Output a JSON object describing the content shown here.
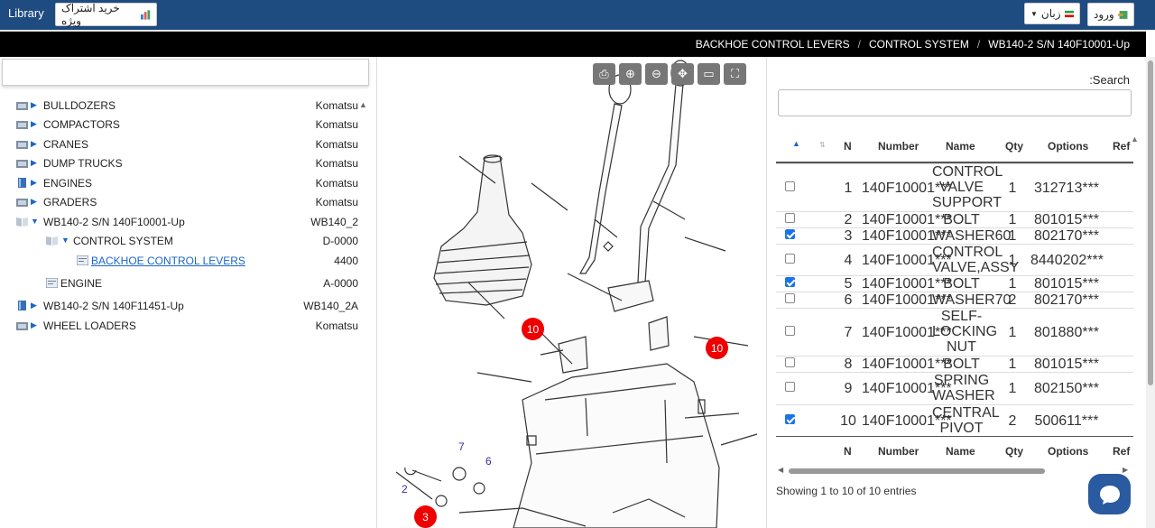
{
  "header": {
    "library": "Library",
    "subscribe": "خرید اشتراک ویژه",
    "language": "زبان",
    "login": "ورود"
  },
  "breadcrumb": [
    "BACKHOE CONTROL LEVERS",
    "CONTROL SYSTEM",
    "WB140-2 S/N 140F10001-Up"
  ],
  "tree": [
    {
      "label": "BULLDOZERS",
      "value": "Komatsu"
    },
    {
      "label": "COMPACTORS",
      "value": "Komatsu"
    },
    {
      "label": "CRANES",
      "value": "Komatsu"
    },
    {
      "label": "DUMP TRUCKS",
      "value": "Komatsu"
    },
    {
      "label": "ENGINES",
      "value": "Komatsu"
    },
    {
      "label": "GRADERS",
      "value": "Komatsu"
    },
    {
      "label": "WB140-2 S/N 140F10001-Up",
      "value": "WB140_2"
    },
    {
      "label": "CONTROL SYSTEM",
      "value": "D-0000"
    },
    {
      "label": "BACKHOE CONTROL LEVERS",
      "value": "4400"
    },
    {
      "label": "ENGINE",
      "value": "A-0000"
    },
    {
      "label": "WB140-2 S/N 140F11451-Up",
      "value": "WB140_2A"
    },
    {
      "label": "WHEEL LOADERS",
      "value": "Komatsu"
    }
  ],
  "search": {
    "label": ":Search",
    "value": ""
  },
  "table": {
    "headers": [
      "N",
      "Number",
      "Name",
      "Qty",
      "Options",
      "Ref"
    ],
    "rows": [
      {
        "checked": false,
        "n": "1",
        "number": "140F10001***",
        "name": "CONTROL VALVE SUPPORT",
        "qty": "1",
        "options": "312713***"
      },
      {
        "checked": false,
        "n": "2",
        "number": "140F10001***",
        "name": "BOLT",
        "qty": "1",
        "options": "801015***"
      },
      {
        "checked": true,
        "n": "3",
        "number": "140F10001***",
        "name": "WASHER60",
        "qty": "1",
        "options": "802170***"
      },
      {
        "checked": false,
        "n": "4",
        "number": "140F10001***",
        "name": "CONTROL VALVE,ASSY",
        "qty": "1",
        "options": "8440202***"
      },
      {
        "checked": true,
        "n": "5",
        "number": "140F10001***",
        "name": "BOLT",
        "qty": "1",
        "options": "801015***"
      },
      {
        "checked": false,
        "n": "6",
        "number": "140F10001***",
        "name": "WASHER70",
        "qty": "2",
        "options": "802170***"
      },
      {
        "checked": false,
        "n": "7",
        "number": "140F10001***",
        "name": "SELF-LOCKING NUT",
        "qty": "1",
        "options": "801880***"
      },
      {
        "checked": false,
        "n": "8",
        "number": "140F10001***",
        "name": "BOLT",
        "qty": "1",
        "options": "801015***"
      },
      {
        "checked": false,
        "n": "9",
        "number": "140F10001***",
        "name": "SPRING WASHER",
        "qty": "1",
        "options": "802150***"
      },
      {
        "checked": true,
        "n": "10",
        "number": "140F10001***",
        "name": "CENTRAL PIVOT",
        "qty": "2",
        "options": "500611***"
      }
    ],
    "info": "Showing 1 to 10 of 10 entries"
  },
  "diagram": {
    "callouts": [
      "10",
      "10",
      "3"
    ],
    "numbers": [
      "7",
      "6",
      "2"
    ]
  }
}
